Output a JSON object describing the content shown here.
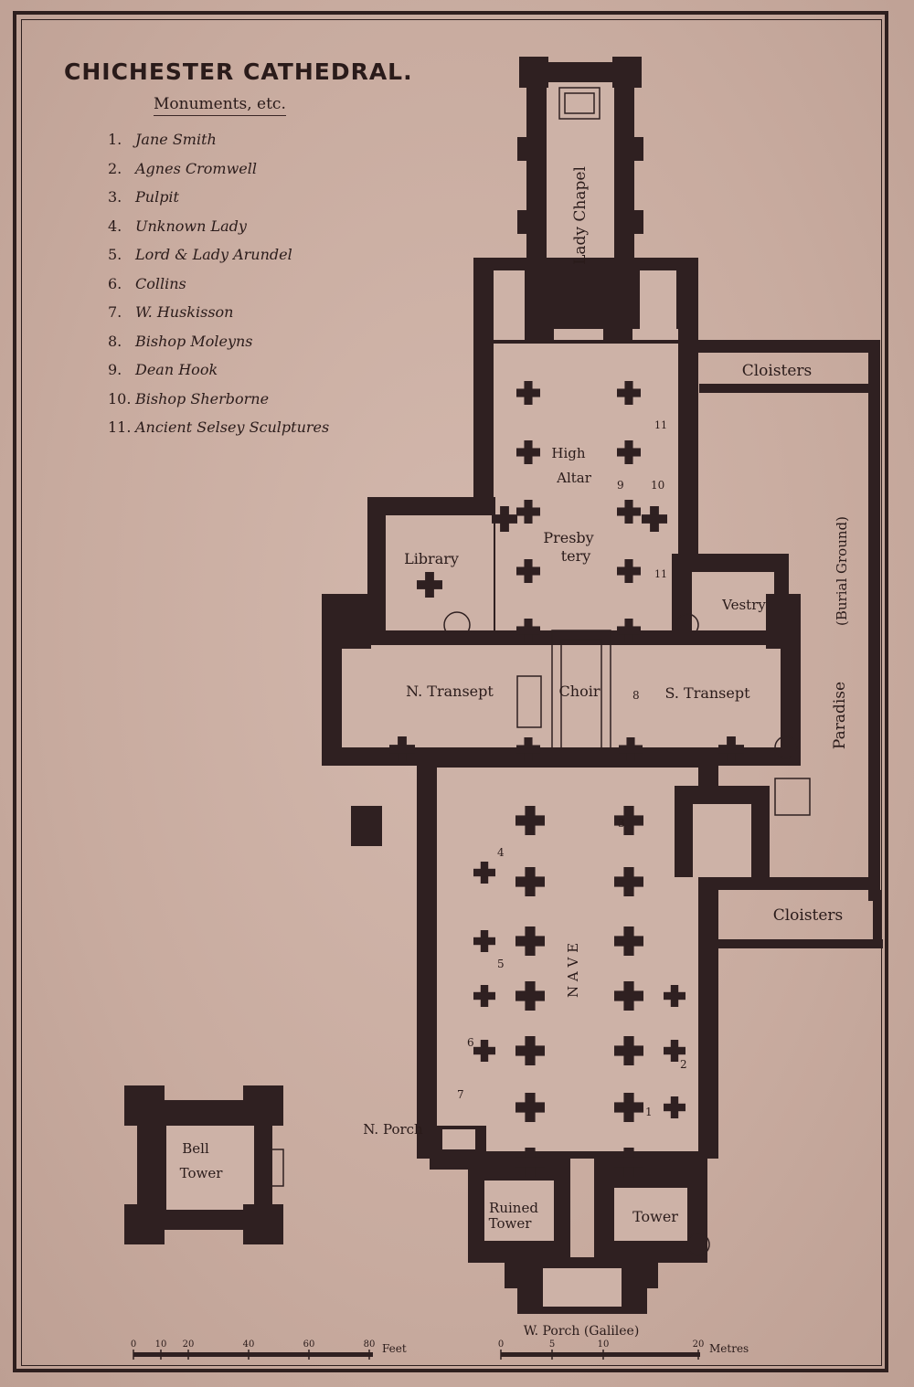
{
  "title": "CHICHESTER CATHEDRAL.",
  "legend": {
    "heading": "Monuments, etc.",
    "items": [
      {
        "num": "1.",
        "name": "Jane Smith"
      },
      {
        "num": "2.",
        "name": "Agnes Cromwell"
      },
      {
        "num": "3.",
        "name": "Pulpit"
      },
      {
        "num": "4.",
        "name": "Unknown Lady"
      },
      {
        "num": "5.",
        "name": "Lord & Lady Arundel"
      },
      {
        "num": "6.",
        "name": "Collins"
      },
      {
        "num": "7.",
        "name": "W. Huskisson"
      },
      {
        "num": "8.",
        "name": "Bishop Moleyns"
      },
      {
        "num": "9.",
        "name": "Dean Hook"
      },
      {
        "num": "10.",
        "name": "Bishop Sherborne"
      },
      {
        "num": "11.",
        "name": "Ancient Selsey Sculptures"
      }
    ]
  },
  "labels": {
    "lady_chapel": "Lady Chapel",
    "cloisters_north": "Cloisters",
    "cloisters_south": "Cloisters",
    "high_altar_1": "High",
    "high_altar_2": "Altar",
    "presbytery_1": "Presby",
    "presbytery_2": "tery",
    "library": "Library",
    "vestry": "Vestry",
    "paradise": "Paradise",
    "burial_ground": "(Burial Ground)",
    "n_transept": "N. Transept",
    "choir": "Choir",
    "s_transept": "S. Transept",
    "nave": "N A V E",
    "bell_1": "Bell",
    "bell_2": "Tower",
    "n_porch": "N. Porch",
    "ruined_1": "Ruined",
    "ruined_2": "Tower",
    "tower": "Tower",
    "w_porch": "W. Porch (Galilee)"
  },
  "markers": {
    "m1": "1",
    "m2": "2",
    "m3": "3",
    "m4": "4",
    "m5": "5",
    "m6": "6",
    "m7": "7",
    "m8": "8",
    "m9": "9",
    "m10": "10",
    "m11a": "11",
    "m11b": "11"
  },
  "scales": {
    "feet": {
      "ticks": [
        "0",
        "10",
        "20",
        "40",
        "60",
        "80"
      ],
      "unit": "Feet"
    },
    "metres": {
      "ticks": [
        "0",
        "5",
        "10",
        "20"
      ],
      "unit": "Metres"
    }
  },
  "colors": {
    "paper": "#c9aea3",
    "ink": "#2f2021"
  }
}
